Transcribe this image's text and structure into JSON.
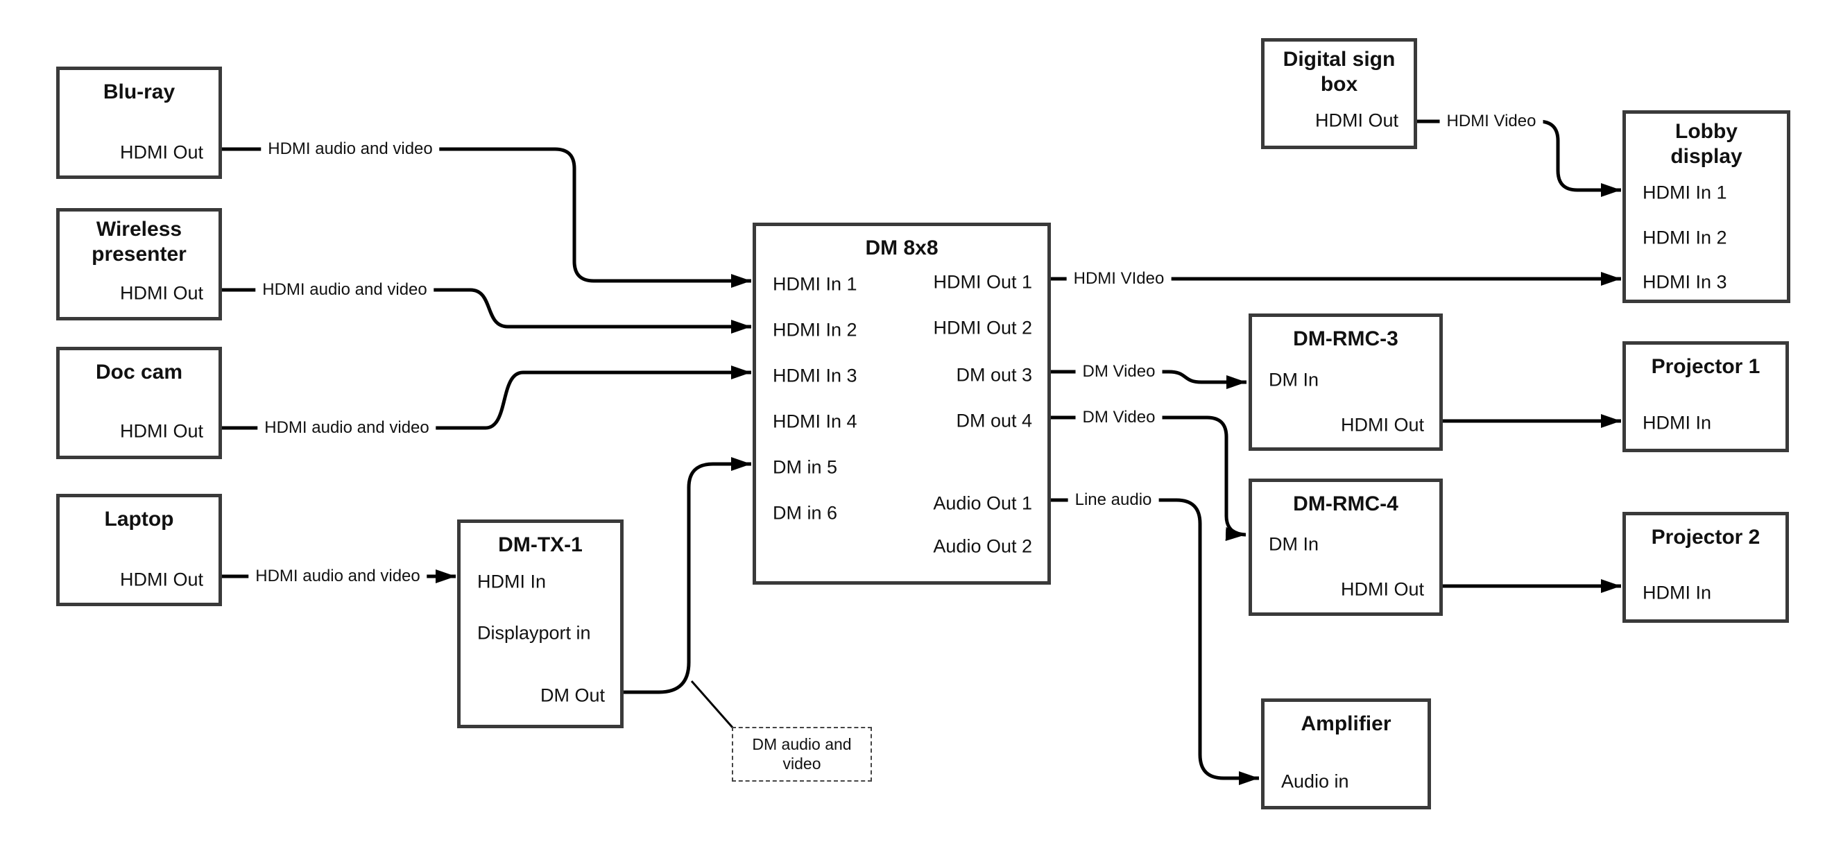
{
  "boxes": {
    "bluray": {
      "title": "Blu-ray",
      "port_out": "HDMI Out"
    },
    "wireless": {
      "title": "Wireless presenter",
      "port_out": "HDMI Out"
    },
    "doccam": {
      "title": "Doc cam",
      "port_out": "HDMI Out"
    },
    "laptop": {
      "title": "Laptop",
      "port_out": "HDMI Out"
    },
    "dmtx1": {
      "title": "DM-TX-1",
      "port_hdmi_in": "HDMI In",
      "port_displayport_in": "Displayport in",
      "port_dm_out": "DM Out"
    },
    "dm8x8": {
      "title": "DM 8x8",
      "in1": "HDMI In 1",
      "in2": "HDMI In 2",
      "in3": "HDMI In 3",
      "in4": "HDMI In 4",
      "in5": "DM in 5",
      "in6": "DM in 6",
      "out1": "HDMI Out 1",
      "out2": "HDMI Out 2",
      "out3": "DM out 3",
      "out4": "DM out 4",
      "aout1": "Audio Out 1",
      "aout2": "Audio Out 2"
    },
    "digitalsign": {
      "title": "Digital sign box",
      "port_out": "HDMI Out"
    },
    "lobby": {
      "title": "Lobby display",
      "in1": "HDMI In 1",
      "in2": "HDMI In 2",
      "in3": "HDMI In 3"
    },
    "dmrmc3": {
      "title": "DM-RMC-3",
      "port_in": "DM In",
      "port_out": "HDMI Out"
    },
    "dmrmc4": {
      "title": "DM-RMC-4",
      "port_in": "DM In",
      "port_out": "HDMI Out"
    },
    "proj1": {
      "title": "Projector 1",
      "port_in": "HDMI In"
    },
    "proj2": {
      "title": "Projector 2",
      "port_in": "HDMI In"
    },
    "amp": {
      "title": "Amplifier",
      "port_in": "Audio in"
    }
  },
  "wire_labels": {
    "bluray": "HDMI audio and video",
    "wireless": "HDMI audio and video",
    "doccam": "HDMI audio and video",
    "laptop": "HDMI audio and video",
    "hdmi_video_main": "HDMI VIdeo",
    "hdmi_video_sign": "HDMI Video",
    "dm_video_3": "DM Video",
    "dm_video_4": "DM Video",
    "line_audio": "Line audio",
    "callout": "DM audio and video"
  },
  "colors": {
    "wire": "#000000",
    "box_border": "#3a3a3a",
    "text": "#111111",
    "background": "#ffffff"
  }
}
